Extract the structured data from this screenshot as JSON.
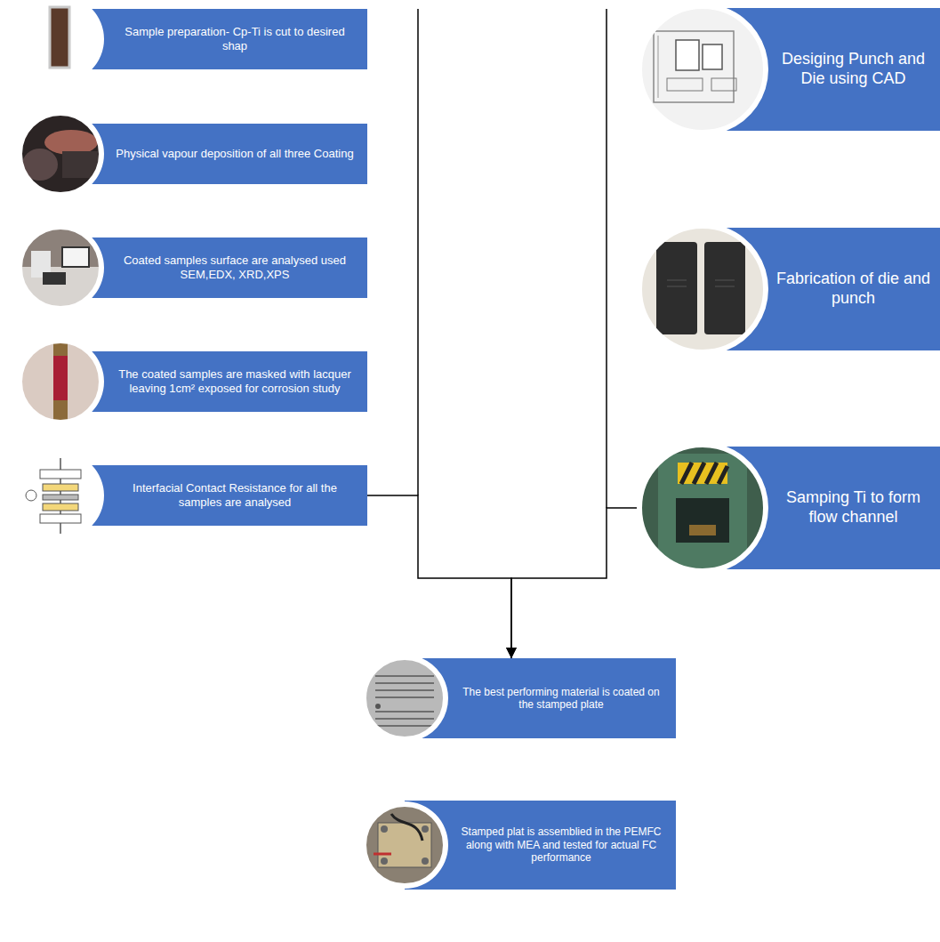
{
  "diagram": {
    "nodes": [
      {
        "text": [
          "Sample preparation- Cp-Ti is cut to desired shap"
        ]
      },
      {
        "text": [
          "Physical vapour deposition of all three Coating"
        ]
      },
      {
        "text": [
          "Coated samples surface are analysed used SEM,EDX, XRD,XPS"
        ]
      },
      {
        "text": [
          "The coated samples are masked with lacquer leaving 1cm² exposed for corrosion study"
        ]
      },
      {
        "text": [
          "Interfacial Contact Resistance for all the samples are analysed"
        ]
      },
      {
        "text": [
          "Desiging Punch and Die using CAD"
        ]
      },
      {
        "text": [
          "Fabrication of die and punch"
        ]
      },
      {
        "text": [
          "Samping Ti to form flow channel"
        ]
      },
      {
        "text": [
          "The best performing material is coated on the stamped plate"
        ]
      },
      {
        "text": [
          "Stamped plat is assemblied in the PEMFC along with MEA and tested for actual FC performance"
        ]
      }
    ],
    "edges": [
      {
        "from": 4,
        "to": 8,
        "arrow": "to"
      },
      {
        "from": 7,
        "to": 8,
        "arrow": "to"
      }
    ]
  }
}
